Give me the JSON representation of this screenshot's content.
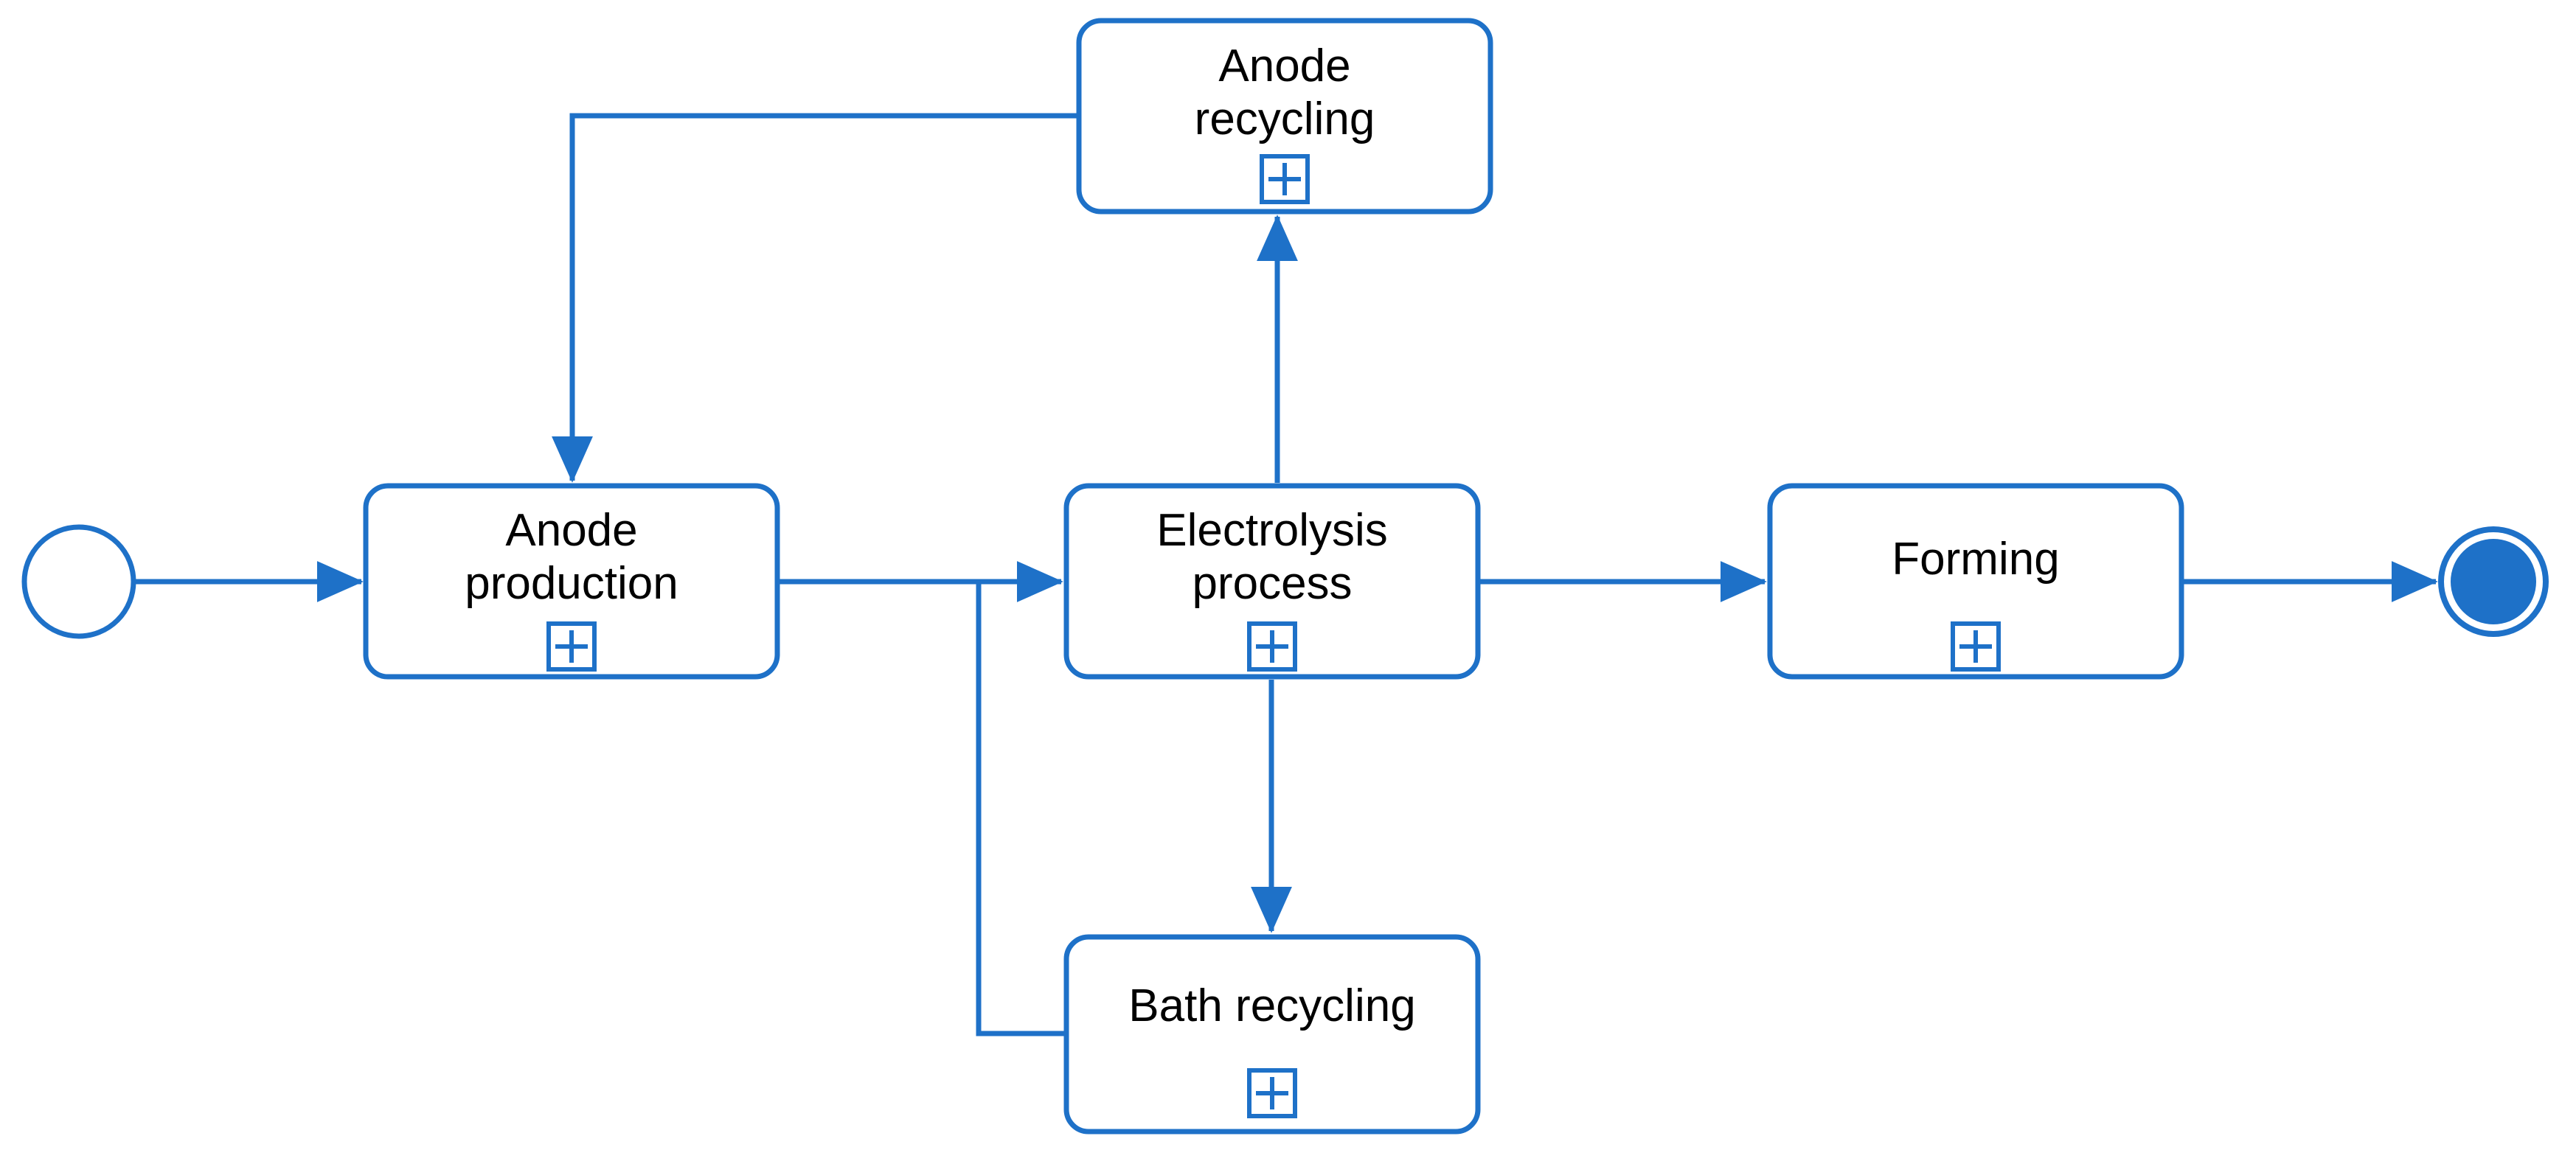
{
  "diagram": {
    "type": "bpmn-process-diagram",
    "colors": {
      "accent": "#1E71C8",
      "text": "#000000",
      "background": "#FFFFFF"
    },
    "icons": {
      "start_event": "circle-outline",
      "end_event": "circle-filled-ring",
      "subprocess_marker": "plus-square"
    },
    "nodes": {
      "anode_recycling": {
        "line1": "Anode",
        "line2": "recycling"
      },
      "anode_production": {
        "line1": "Anode",
        "line2": "production"
      },
      "electrolysis_process": {
        "line1": "Electrolysis",
        "line2": "process"
      },
      "forming": {
        "label": "Forming"
      },
      "bath_recycling": {
        "label": "Bath recycling"
      }
    },
    "flows": [
      {
        "from": "start-event",
        "to": "anode-production"
      },
      {
        "from": "anode-production",
        "to": "electrolysis-process"
      },
      {
        "from": "electrolysis-process",
        "to": "forming"
      },
      {
        "from": "forming",
        "to": "end-event"
      },
      {
        "from": "electrolysis-process",
        "to": "anode-recycling"
      },
      {
        "from": "anode-recycling",
        "to": "anode-production"
      },
      {
        "from": "electrolysis-process",
        "to": "bath-recycling"
      },
      {
        "from": "bath-recycling",
        "to": "electrolysis-process"
      }
    ]
  }
}
